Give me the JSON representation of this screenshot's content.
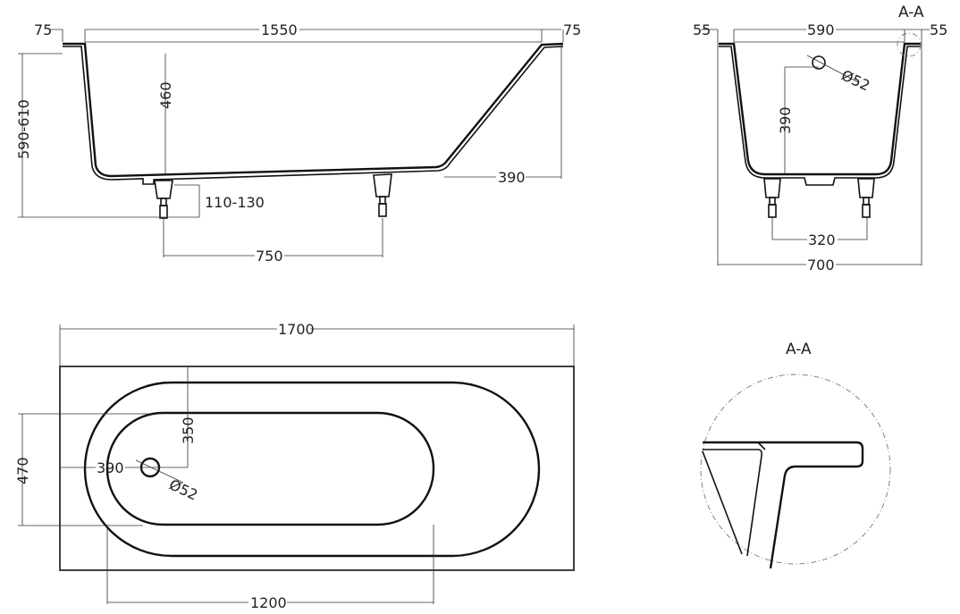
{
  "side_view": {
    "rim_left": "75",
    "inner_length": "1550",
    "rim_right": "75",
    "total_height": "590-610",
    "depth": "460",
    "leg_height": "110-130",
    "slope_offset": "390",
    "leg_spacing": "750"
  },
  "end_view": {
    "title": "A-A",
    "rim_left": "55",
    "inner_width": "590",
    "rim_right": "55",
    "overflow_diameter": "Ø52",
    "overflow_height": "390",
    "leg_spacing": "320",
    "total_width": "700"
  },
  "plan_view": {
    "total_length": "1700",
    "drain_from_edge_y": "350",
    "inner_width": "470",
    "drain_from_edge_x": "390",
    "drain_diameter": "Ø52",
    "inner_length": "1200"
  },
  "detail": {
    "title": "A-A"
  }
}
